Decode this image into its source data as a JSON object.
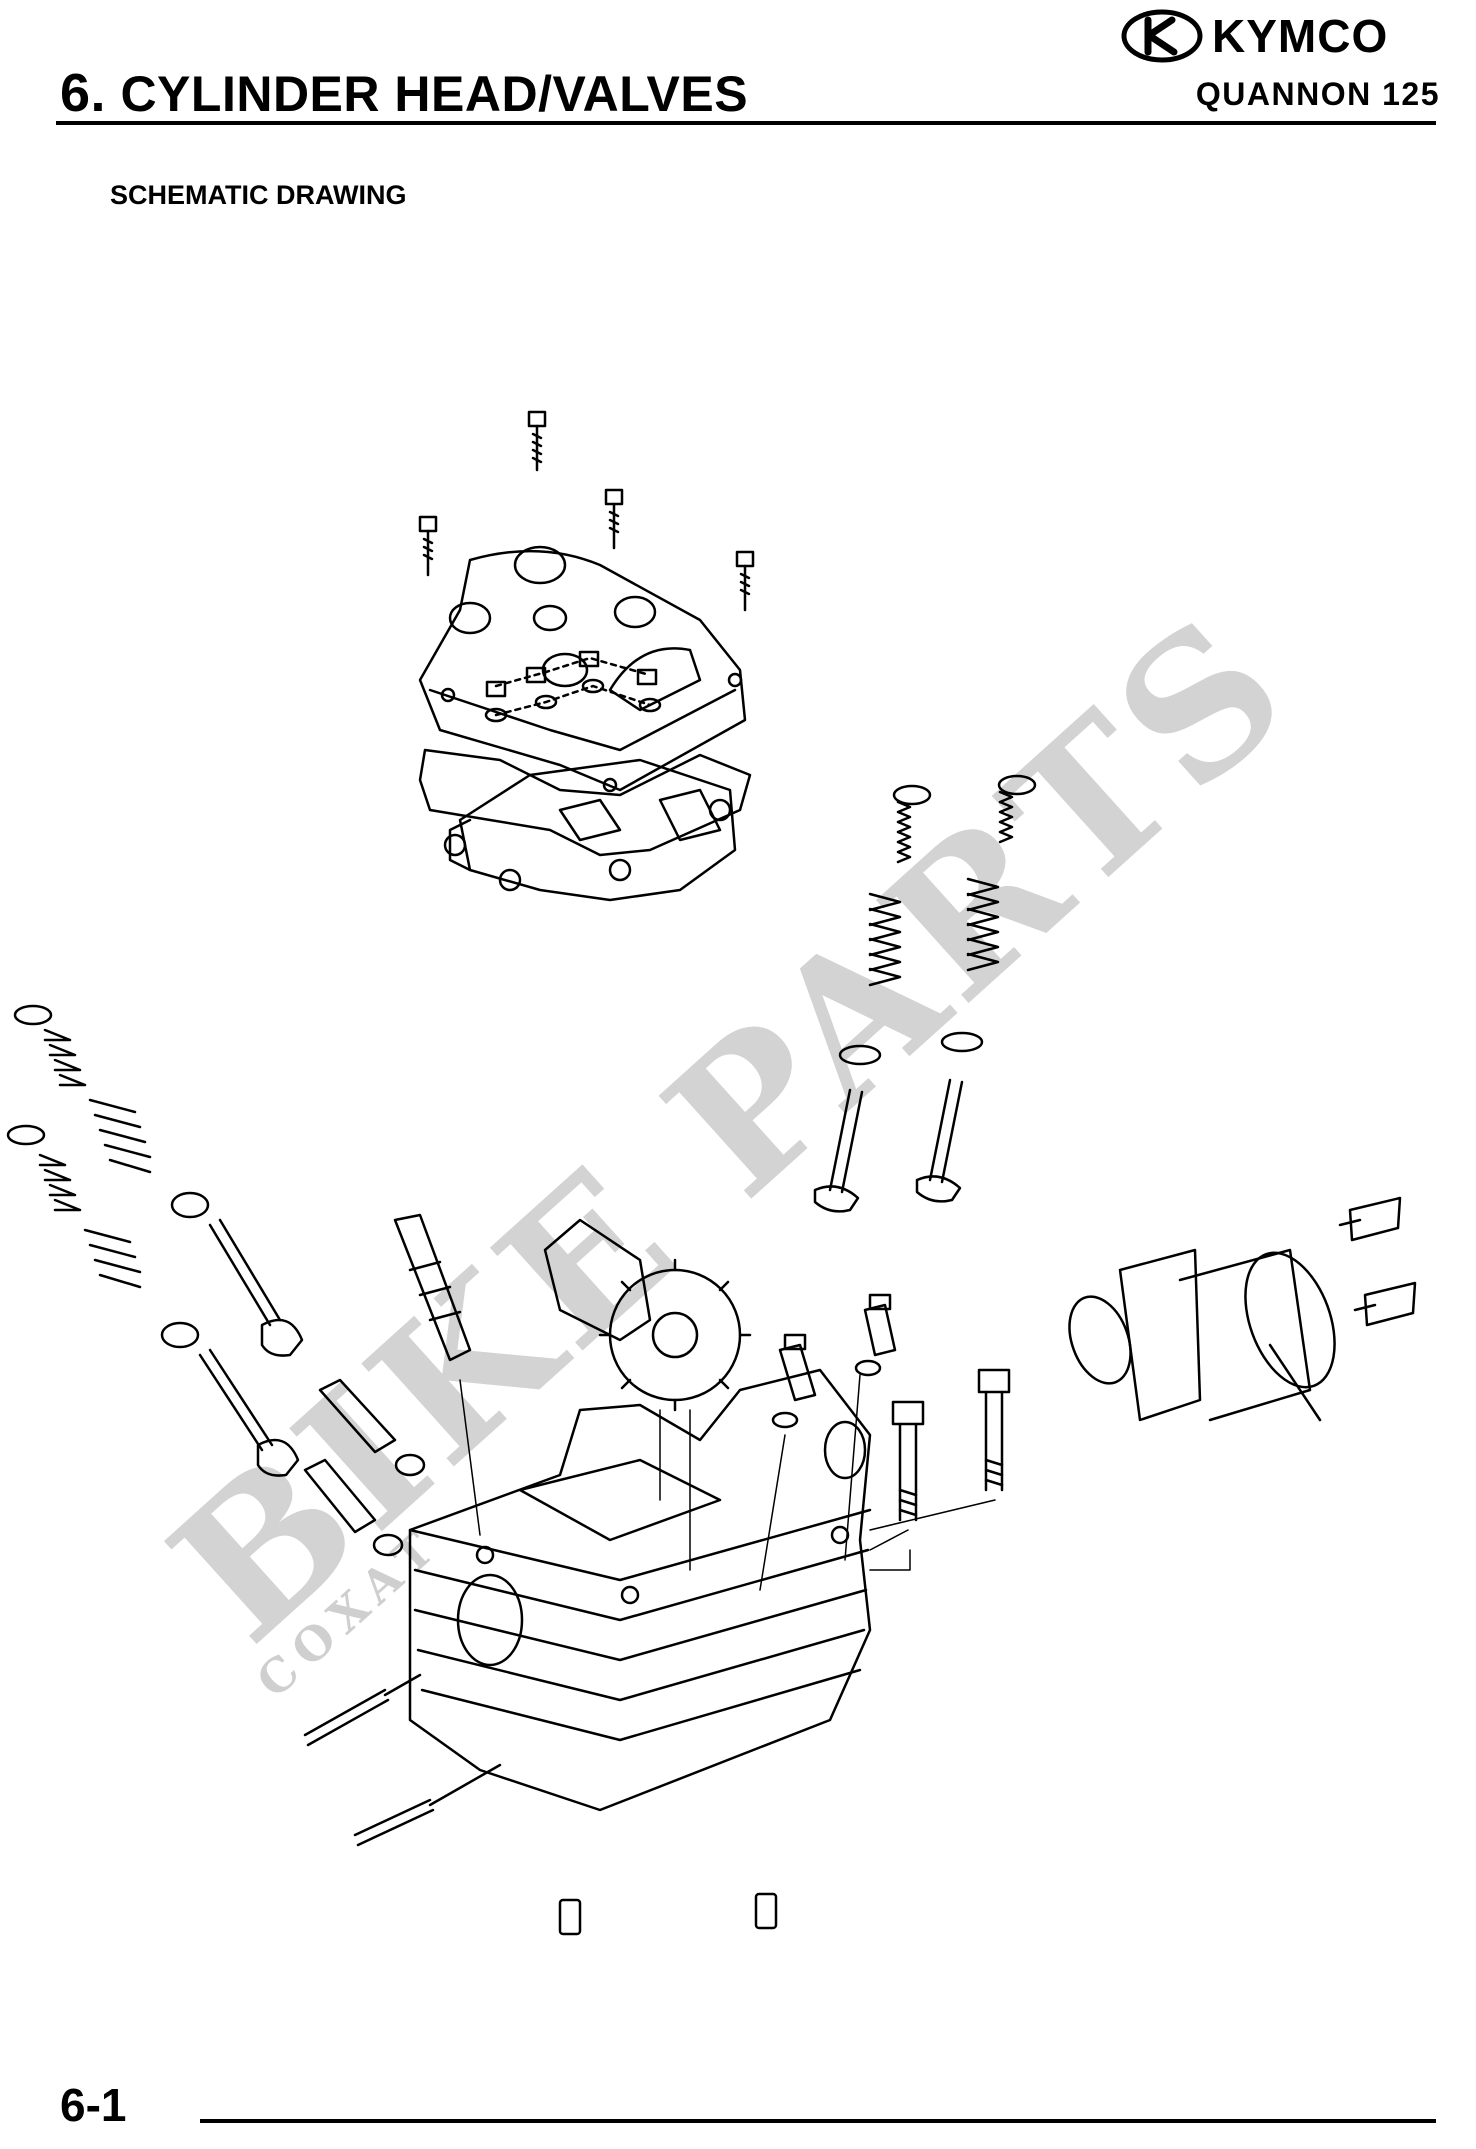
{
  "header": {
    "chapter_number": "6.",
    "chapter_title": "CYLINDER HEAD/VALVES",
    "brand": "KYMCO",
    "model": "QUANNON 125"
  },
  "section": {
    "heading": "SCHEMATIC DRAWING"
  },
  "diagram": {
    "watermark": "BIKE PARTS",
    "watermark_sub": "COXAT"
  },
  "footer": {
    "page_number": "6-1"
  }
}
